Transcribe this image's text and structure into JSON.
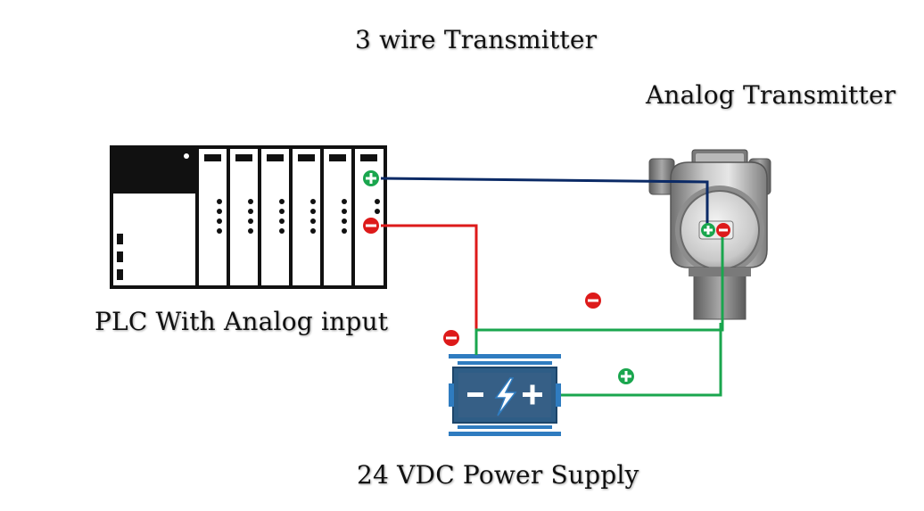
{
  "title": "3 wire Transmitter",
  "transmitter_label": "Analog Transmitter",
  "plc_label": "PLC With Analog input",
  "power_supply_label": "24 VDC Power Supply",
  "colors": {
    "plus_wire": "#0b2a66",
    "minus_wire": "#dd1a1a",
    "ground_wire": "#1aa64e",
    "plus_badge": "#1aa64e",
    "minus_badge": "#dd1a1a",
    "psu_body": "#2e5d86",
    "psu_frame": "#2f7cc0",
    "transmitter_gray": "#9a9a9a"
  },
  "icons": [
    "plc-rack-icon",
    "analog-transmitter-icon",
    "power-supply-battery-icon",
    "lightning-bolt-icon",
    "plus-sign-icon",
    "minus-sign-icon"
  ]
}
